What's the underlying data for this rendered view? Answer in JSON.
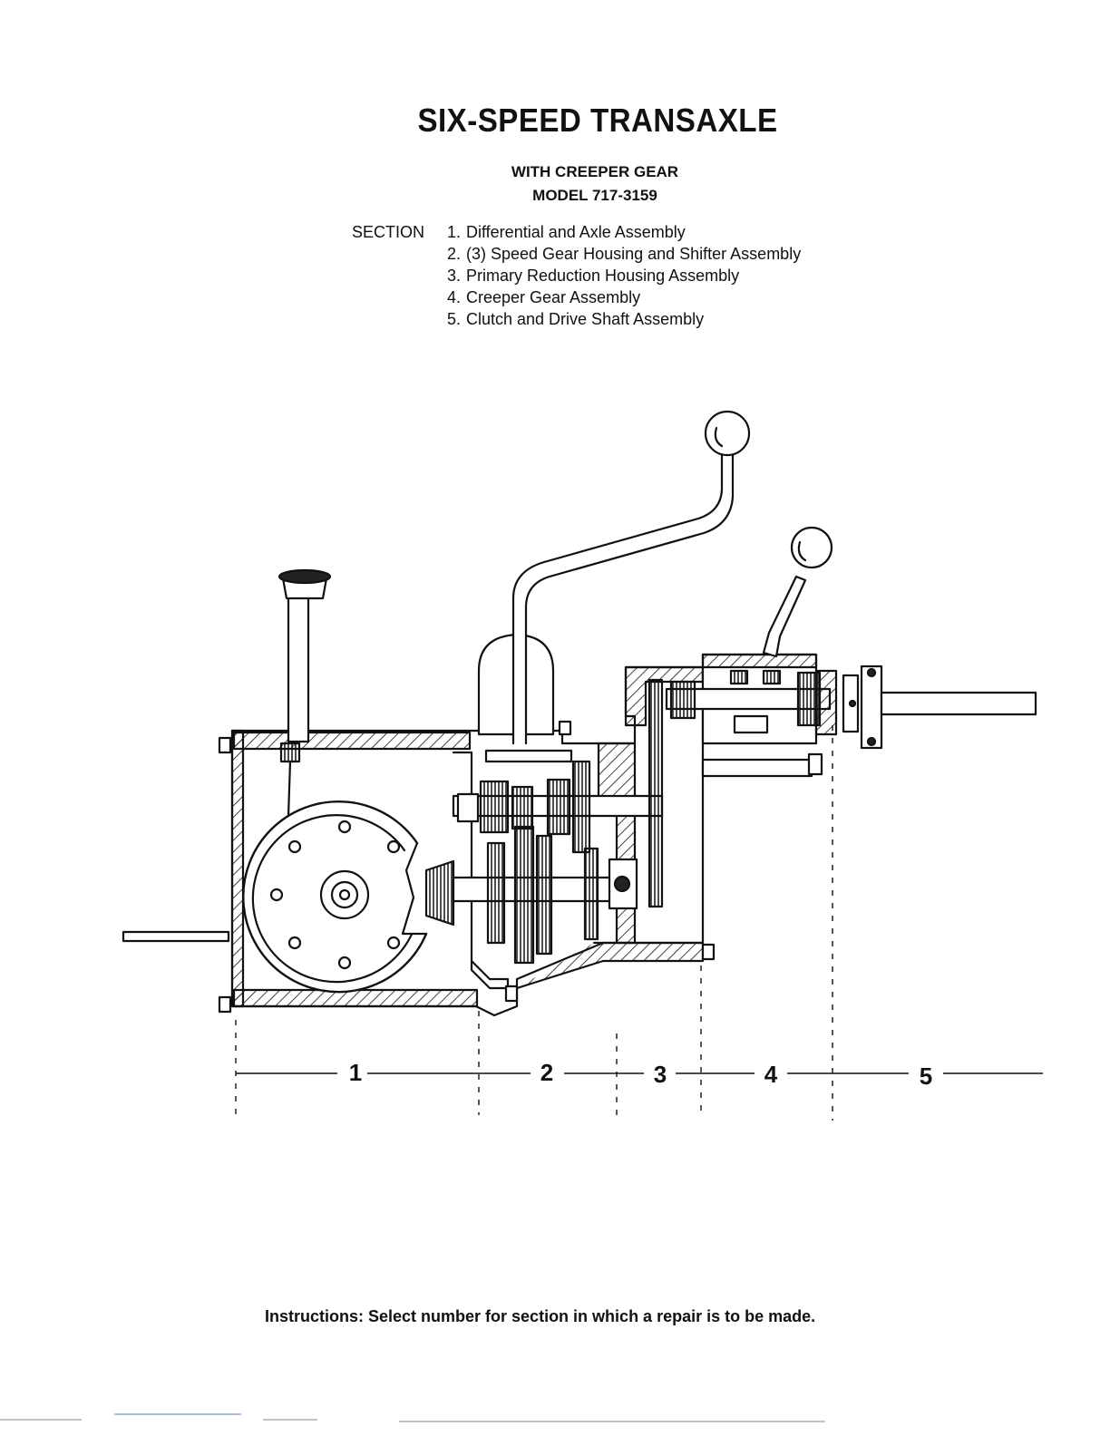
{
  "title": "SIX-SPEED TRANSAXLE",
  "subtitle_1": "WITH CREEPER GEAR",
  "subtitle_2": "MODEL 717-3159",
  "section_label": "SECTION",
  "sections": [
    {
      "num": "1.",
      "label": "Differential and Axle Assembly"
    },
    {
      "num": "2.",
      "label": "(3) Speed Gear Housing and Shifter Assembly"
    },
    {
      "num": "3.",
      "label": "Primary Reduction Housing Assembly"
    },
    {
      "num": "4.",
      "label": "Creeper Gear Assembly"
    },
    {
      "num": "5.",
      "label": "Clutch and Drive Shaft Assembly"
    }
  ],
  "diagram": {
    "section_markers": [
      "1",
      "2",
      "3",
      "4",
      "5"
    ]
  },
  "instructions": "Instructions: Select number for section in which a repair is to be made."
}
